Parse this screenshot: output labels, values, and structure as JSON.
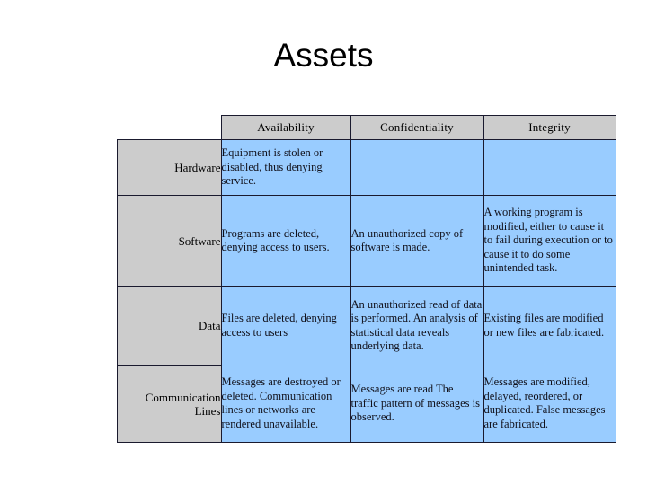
{
  "slide": {
    "title": "Assets",
    "background_color": "#ffffff"
  },
  "colors": {
    "header_gray": "#cccccc",
    "cell_blue": "#99ccff",
    "border": "#1a1a2e",
    "text": "#000000"
  },
  "table": {
    "corner_label": "",
    "column_headers": [
      "Availability",
      "Confidentiality",
      "Integrity"
    ],
    "rows": [
      {
        "label": "Hardware",
        "cells": [
          "Equipment is stolen or disabled, thus denying service.",
          "",
          ""
        ]
      },
      {
        "label": "Software",
        "cells": [
          "Programs are deleted, denying access to users.",
          "An unauthorized copy of software is made.",
          "A working program is modified, either to cause it to fail during execution or to cause it to do some unintended task."
        ]
      },
      {
        "label": "Data",
        "cells": [
          "Files are deleted, denying access to users",
          "An unauthorized read of data is performed. An analysis of statistical data reveals underlying data.",
          "Existing files are modified or new files are fabricated."
        ]
      },
      {
        "label": "Communication Lines",
        "cells": [
          "Messages are destroyed or deleted. Communication lines or networks are rendered unavailable.",
          "Messages are read  The traffic pattern of messages is observed.",
          "Messages are modified, delayed, reordered, or duplicated. False messages are fabricated."
        ]
      }
    ]
  }
}
